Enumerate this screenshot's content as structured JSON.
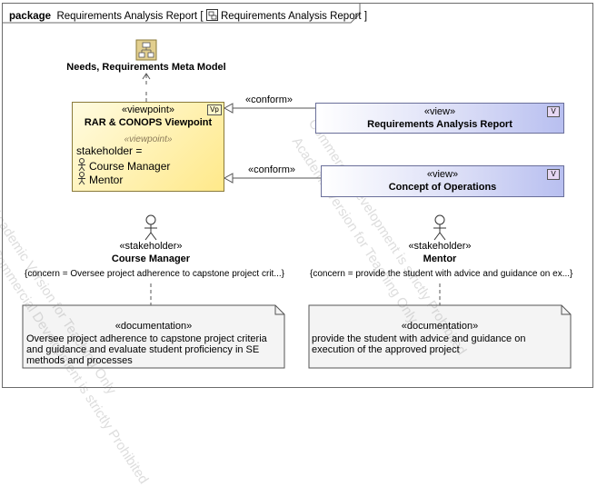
{
  "frame": {
    "keyword": "package",
    "name": "Requirements Analysis Report",
    "diagram_ref": "Requirements Analysis Report"
  },
  "meta_model": {
    "label": "Needs, Requirements Meta Model"
  },
  "viewpoint": {
    "stereotype": "«viewpoint»",
    "name": "RAR & CONOPS Viewpoint",
    "section_stereotype": "«viewpoint»",
    "stakeholder_label": "stakeholder =",
    "stakeholders": [
      "Course Manager",
      "Mentor"
    ],
    "badge": "Vp"
  },
  "views": [
    {
      "stereotype": "«view»",
      "name": "Requirements Analysis Report",
      "badge": "V",
      "connector": "«conform»"
    },
    {
      "stereotype": "«view»",
      "name": "Concept of Operations",
      "badge": "V",
      "connector": "«conform»"
    }
  ],
  "stakeholders": [
    {
      "stereotype": "«stakeholder»",
      "name": "Course Manager",
      "concern": "{concern = Oversee project adherence to capstone project crit...}",
      "note_stereotype": "«documentation»",
      "note_lines": [
        "Oversee project adherence to capstone project criteria",
        "and guidance and evaluate student proficiency in SE",
        "methods and processes"
      ]
    },
    {
      "stereotype": "«stakeholder»",
      "name": "Mentor",
      "concern": "{concern = provide the student with advice and guidance on ex...}",
      "note_stereotype": "«documentation»",
      "note_lines": [
        "provide the student with advice and guidance on",
        "execution of the approved project"
      ]
    }
  ],
  "watermark": {
    "line1": "Academic Version for Teaching Only",
    "line2": "Commercial Development is strictly Prohibited"
  }
}
